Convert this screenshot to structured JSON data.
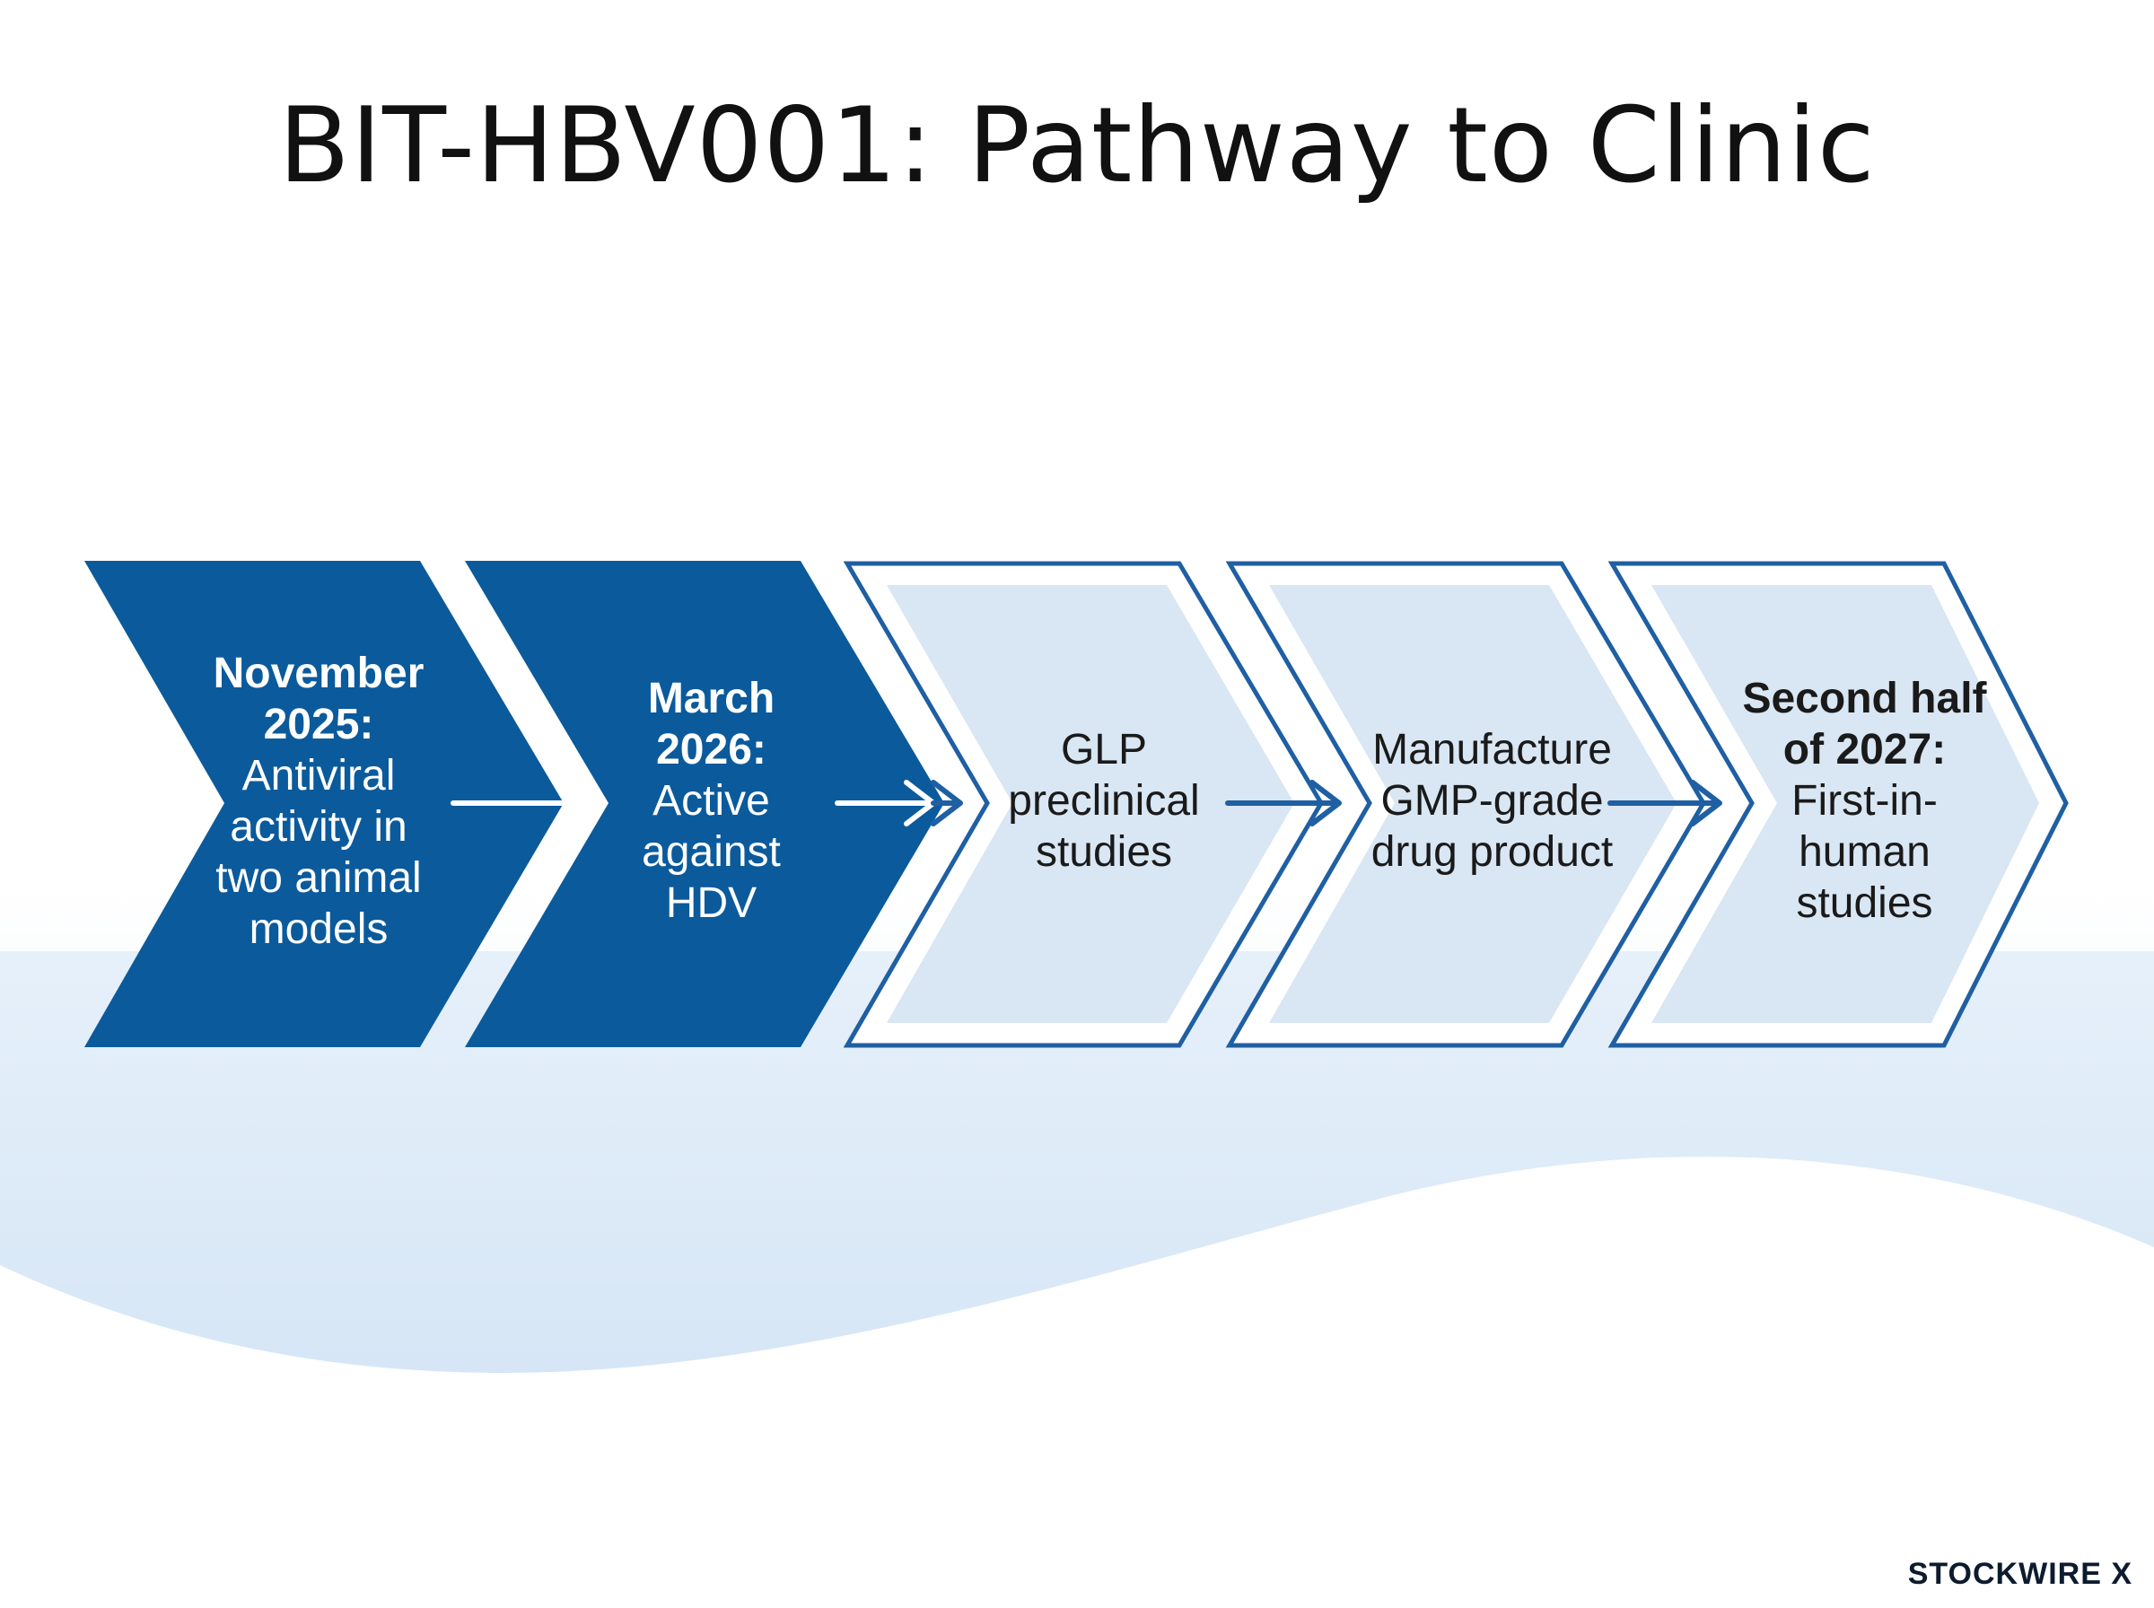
{
  "title": "BIT-HBV001: Pathway to Clinic",
  "colors": {
    "done_fill": "#0b5a9c",
    "todo_fill": "#d9e6f3",
    "todo_outline": "#1f5fa3",
    "arrow": "#1f5fa3"
  },
  "steps": [
    {
      "when": "November 2025:",
      "what": "Antiviral activity in two animal models",
      "status": "completed"
    },
    {
      "when": "March 2026:",
      "what": "Active against HDV",
      "status": "completed"
    },
    {
      "when": "",
      "what": "GLP preclinical studies",
      "status": "upcoming"
    },
    {
      "when": "",
      "what": "Manufacture GMP-grade drug product",
      "status": "upcoming"
    },
    {
      "when": "Second half of 2027:",
      "what": "First-in-human studies",
      "status": "upcoming"
    }
  ],
  "brand": "STOCKWIRE X"
}
